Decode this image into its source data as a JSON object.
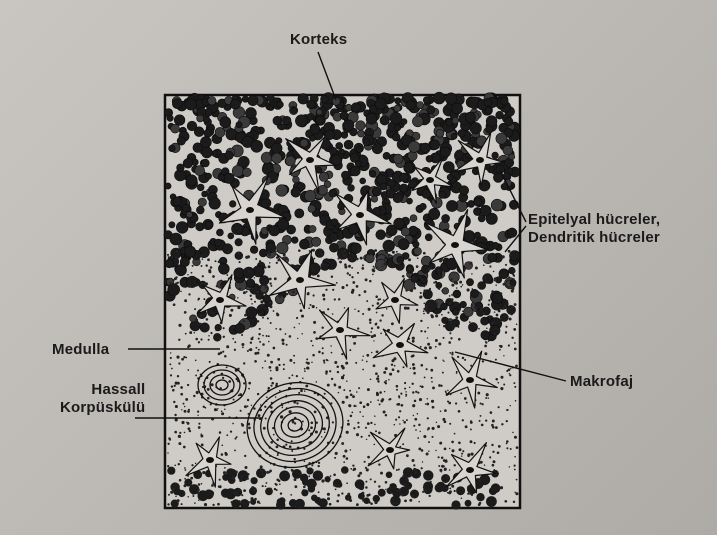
{
  "labels": {
    "korteks": "Korteks",
    "epitel_line1": "Epitelyal hücreler,",
    "epitel_line2": "Dendritik hücreler",
    "medulla": "Medulla",
    "makrofaj": "Makrofaj",
    "hassall_line1": "Hassall",
    "hassall_line2": "Korpüskülü"
  }
}
